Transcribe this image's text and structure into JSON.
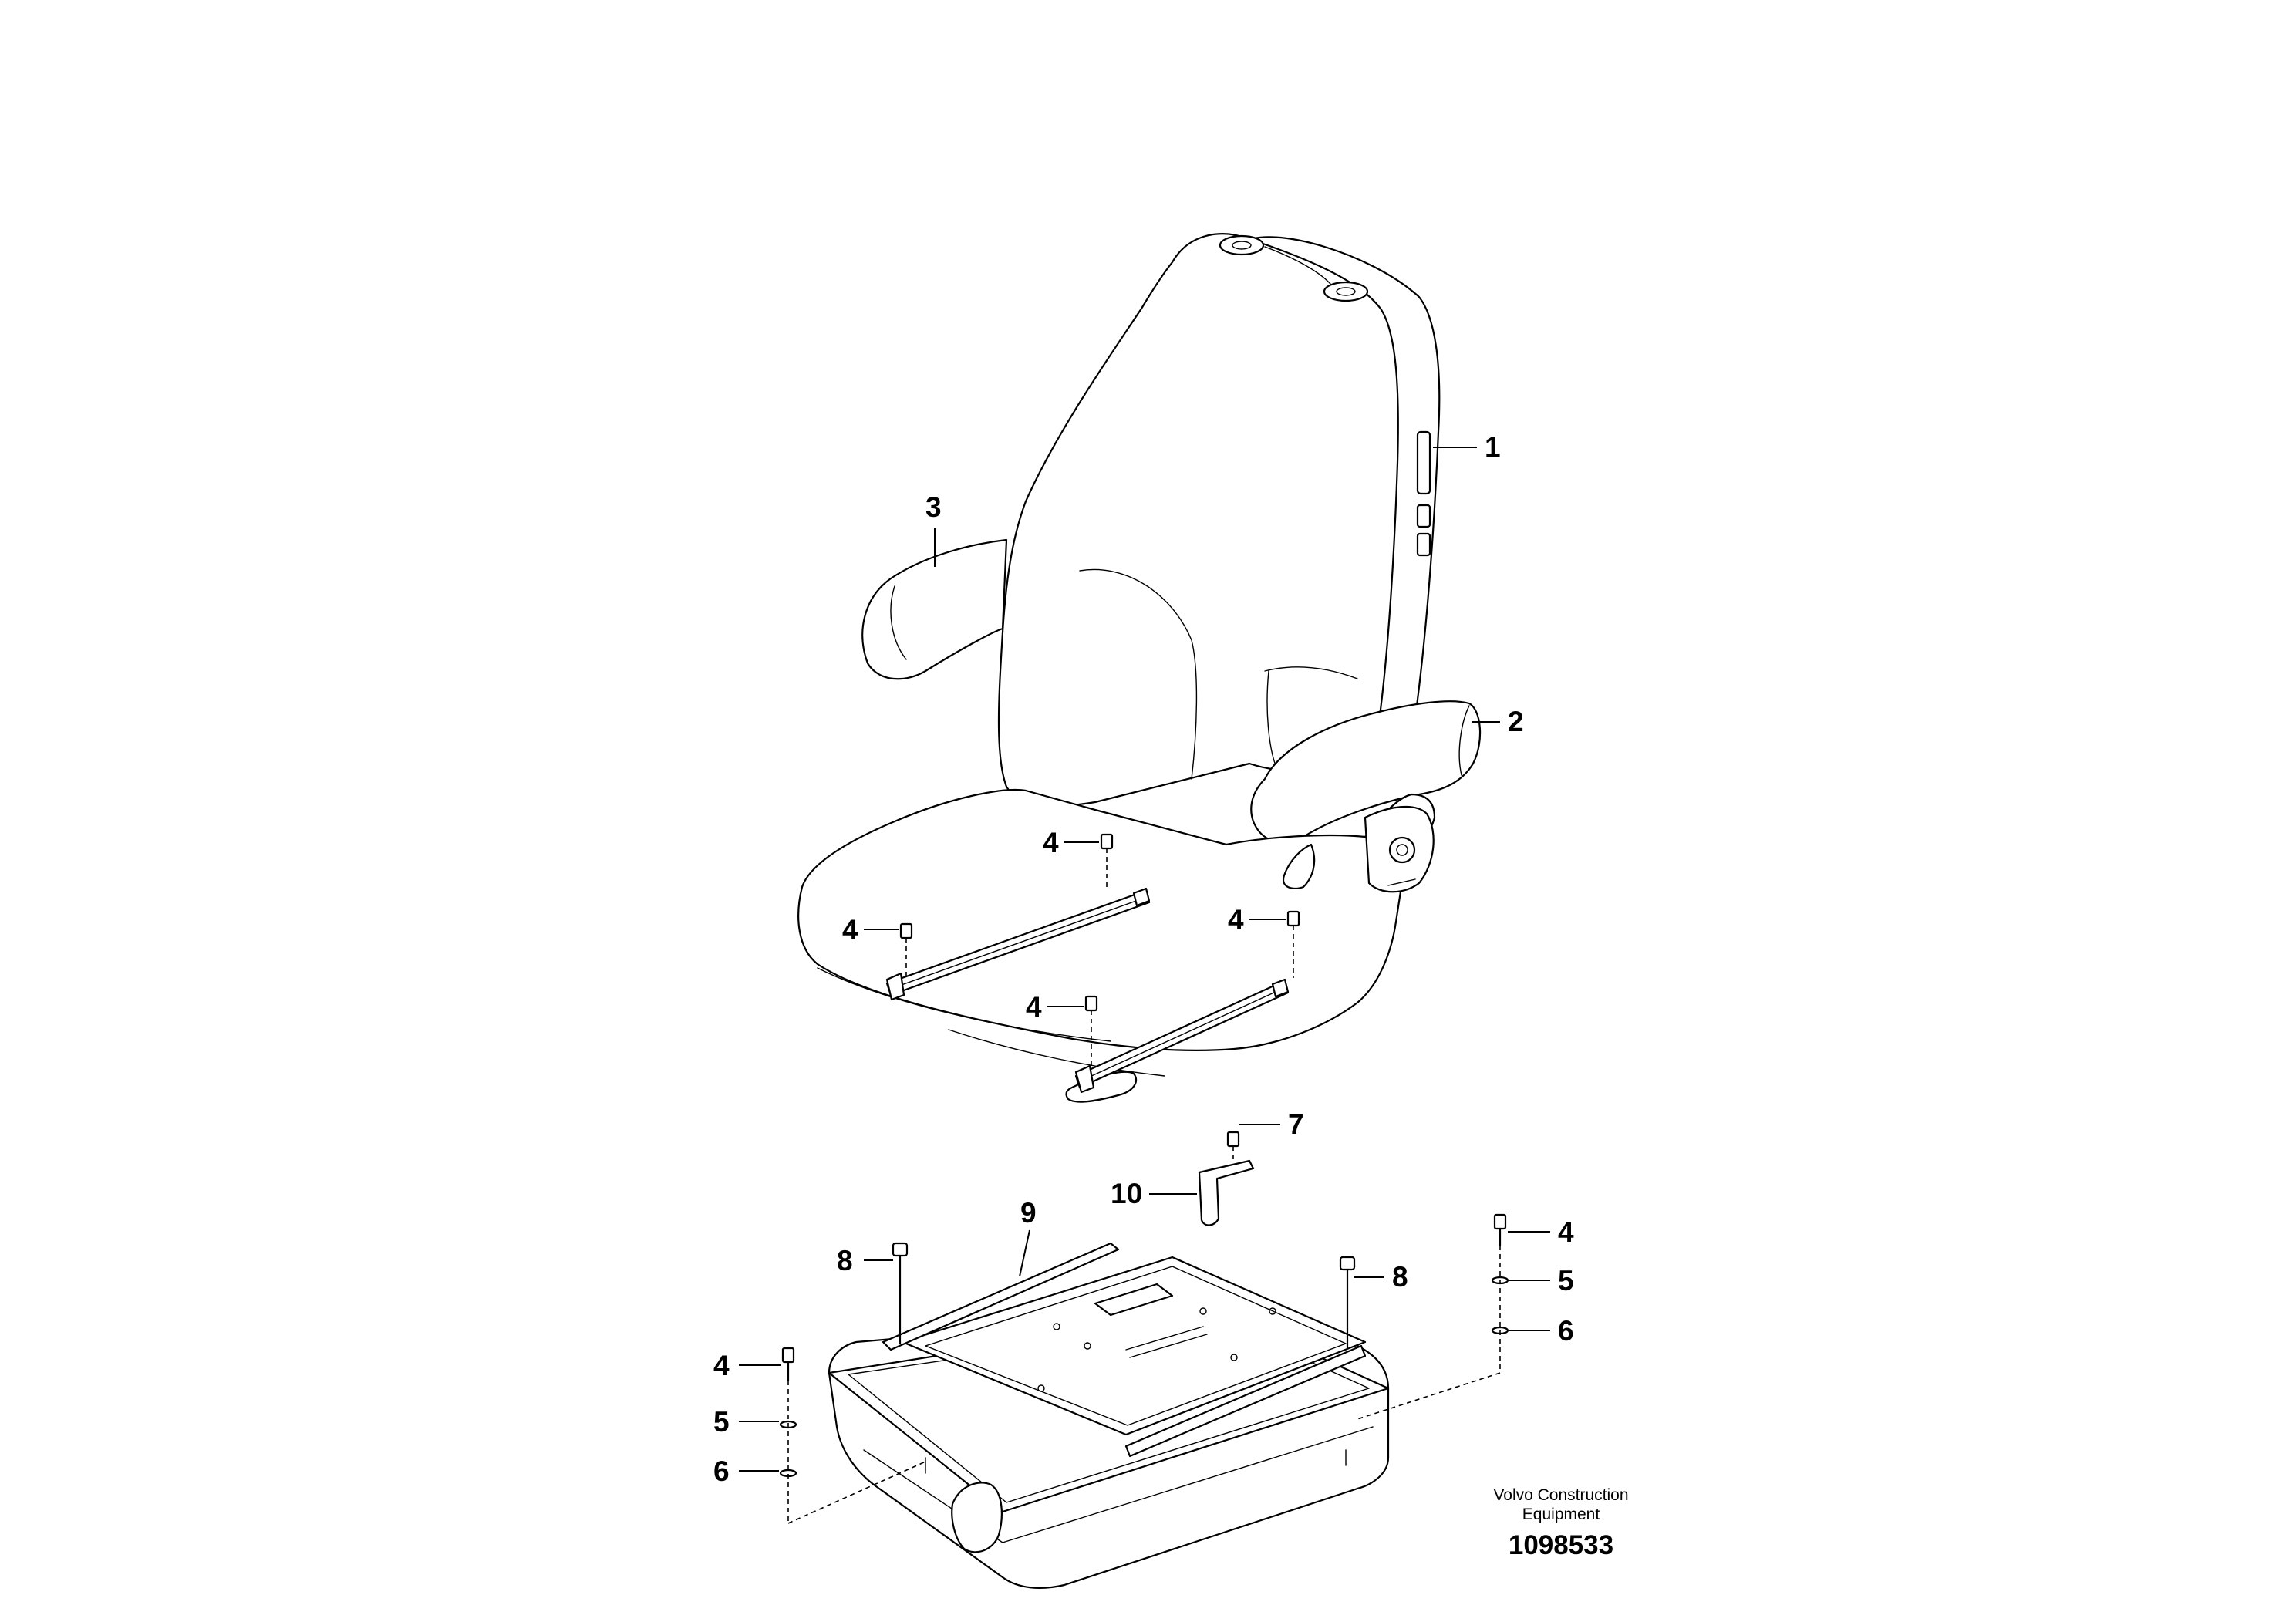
{
  "callouts": {
    "c1": "1",
    "c2": "2",
    "c3": "3",
    "c4": "4",
    "c5": "5",
    "c6": "6",
    "c7": "7",
    "c8": "8",
    "c9": "9",
    "c10": "10"
  },
  "caption": {
    "line1": "Volvo Construction",
    "line2": "Equipment",
    "number": "1098533"
  }
}
